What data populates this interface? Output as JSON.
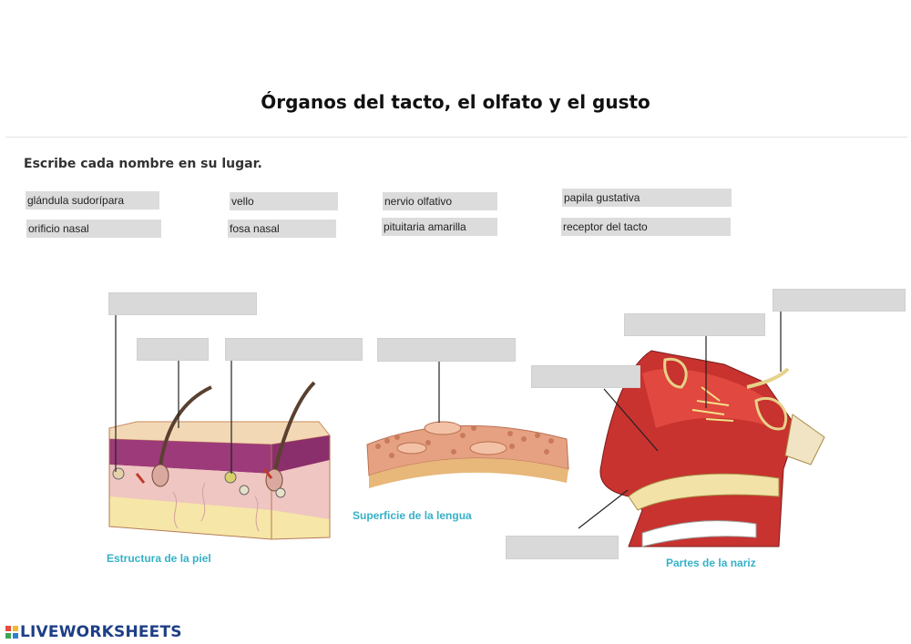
{
  "page": {
    "title": "Órganos del tacto, el olfato y el gusto"
  },
  "instructions": "Escribe cada nombre en su lugar.",
  "word_bank": [
    "glándula sudorípara",
    "vello",
    "nervio olfativo",
    "papila gustativa",
    "orificio nasal",
    "fosa nasal",
    "pituitaria amarilla",
    "receptor del tacto"
  ],
  "captions": {
    "skin": "Estructura de la piel",
    "tongue": "Superficie de la lengua",
    "nose": "Partes de la nariz"
  },
  "brand": {
    "name": "LIVEWORKSHEETS"
  },
  "colors": {
    "caption": "#36b1c8",
    "blank": "#d9d9d9",
    "brand": "#1e3f86"
  }
}
